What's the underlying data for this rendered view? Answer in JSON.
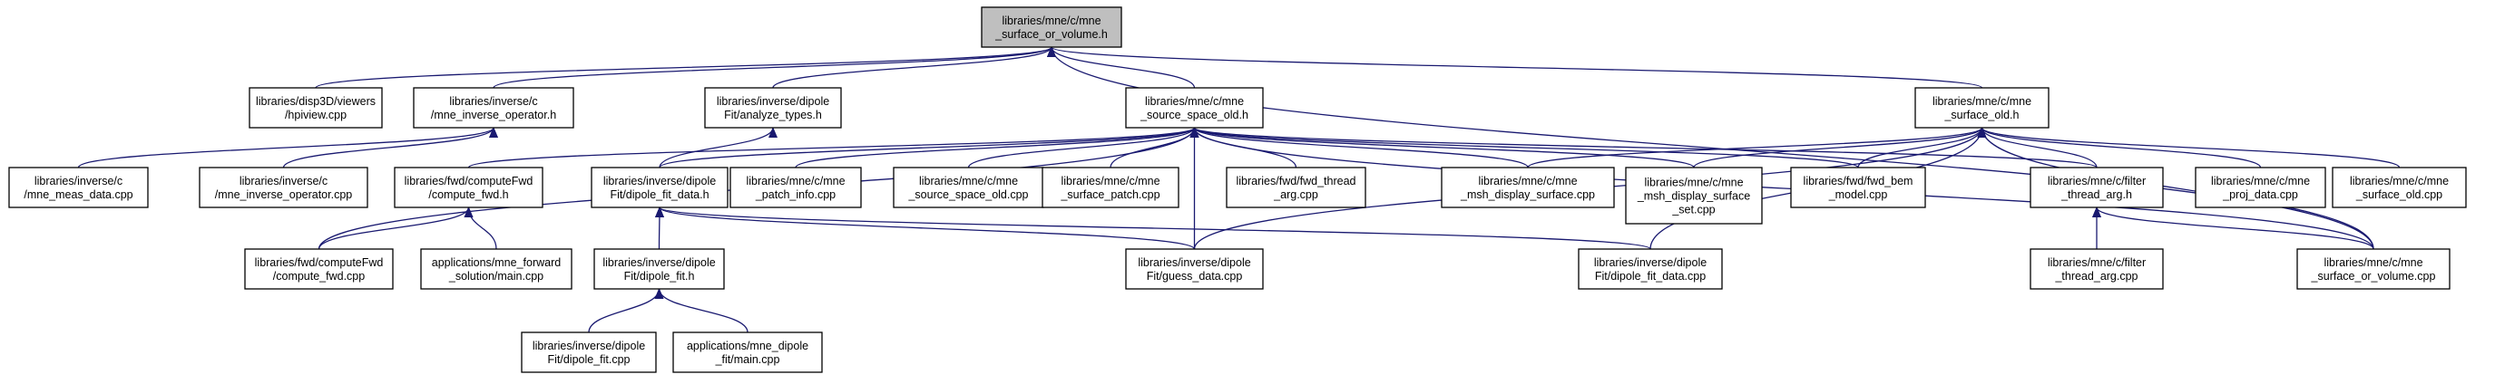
{
  "colors": {
    "edge": "#191970",
    "root_fill": "#bfbfbf",
    "node_fill": "#ffffff",
    "border": "#000000"
  },
  "nodes": [
    {
      "id": "surface_or_volume_h",
      "lines": [
        "libraries/mne/c/mne",
        "_surface_or_volume.h"
      ],
      "root": true
    },
    {
      "id": "hpiview",
      "lines": [
        "libraries/disp3D/viewers",
        "/hpiview.cpp"
      ]
    },
    {
      "id": "mne_inverse_operator_h",
      "lines": [
        "libraries/inverse/c",
        "/mne_inverse_operator.h"
      ]
    },
    {
      "id": "analyze_types_h",
      "lines": [
        "libraries/inverse/dipole",
        "Fit/analyze_types.h"
      ]
    },
    {
      "id": "source_space_old_h",
      "lines": [
        "libraries/mne/c/mne",
        "_source_space_old.h"
      ]
    },
    {
      "id": "surface_old_h",
      "lines": [
        "libraries/mne/c/mne",
        "_surface_old.h"
      ]
    },
    {
      "id": "mne_meas_data_cpp",
      "lines": [
        "libraries/inverse/c",
        "/mne_meas_data.cpp"
      ]
    },
    {
      "id": "mne_inverse_operator_cpp",
      "lines": [
        "libraries/inverse/c",
        "/mne_inverse_operator.cpp"
      ]
    },
    {
      "id": "compute_fwd_h",
      "lines": [
        "libraries/fwd/computeFwd",
        "/compute_fwd.h"
      ]
    },
    {
      "id": "dipole_fit_data_h",
      "lines": [
        "libraries/inverse/dipole",
        "Fit/dipole_fit_data.h"
      ]
    },
    {
      "id": "patch_info_cpp",
      "lines": [
        "libraries/mne/c/mne",
        "_patch_info.cpp"
      ]
    },
    {
      "id": "source_space_old_cpp",
      "lines": [
        "libraries/mne/c/mne",
        "_source_space_old.cpp"
      ]
    },
    {
      "id": "surface_patch_cpp",
      "lines": [
        "libraries/mne/c/mne",
        "_surface_patch.cpp"
      ]
    },
    {
      "id": "fwd_thread_arg_cpp",
      "lines": [
        "libraries/fwd/fwd_thread",
        "_arg.cpp"
      ]
    },
    {
      "id": "msh_display_surface_cpp",
      "lines": [
        "libraries/mne/c/mne",
        "_msh_display_surface.cpp"
      ]
    },
    {
      "id": "msh_display_surface_set_cpp",
      "lines": [
        "libraries/mne/c/mne",
        "_msh_display_surface",
        "_set.cpp"
      ]
    },
    {
      "id": "fwd_bem_model_cpp",
      "lines": [
        "libraries/fwd/fwd_bem",
        "_model.cpp"
      ]
    },
    {
      "id": "filter_thread_arg_h",
      "lines": [
        "libraries/mne/c/filter",
        "_thread_arg.h"
      ]
    },
    {
      "id": "proj_data_cpp",
      "lines": [
        "libraries/mne/c/mne",
        "_proj_data.cpp"
      ]
    },
    {
      "id": "surface_old_cpp",
      "lines": [
        "libraries/mne/c/mne",
        "_surface_old.cpp"
      ]
    },
    {
      "id": "compute_fwd_cpp",
      "lines": [
        "libraries/fwd/computeFwd",
        "/compute_fwd.cpp"
      ]
    },
    {
      "id": "forward_solution_main_cpp",
      "lines": [
        "applications/mne_forward",
        "_solution/main.cpp"
      ]
    },
    {
      "id": "dipole_fit_h",
      "lines": [
        "libraries/inverse/dipole",
        "Fit/dipole_fit.h"
      ]
    },
    {
      "id": "guess_data_cpp",
      "lines": [
        "libraries/inverse/dipole",
        "Fit/guess_data.cpp"
      ]
    },
    {
      "id": "dipole_fit_data_cpp",
      "lines": [
        "libraries/inverse/dipole",
        "Fit/dipole_fit_data.cpp"
      ]
    },
    {
      "id": "filter_thread_arg_cpp",
      "lines": [
        "libraries/mne/c/filter",
        "_thread_arg.cpp"
      ]
    },
    {
      "id": "surface_or_volume_cpp",
      "lines": [
        "libraries/mne/c/mne",
        "_surface_or_volume.cpp"
      ]
    },
    {
      "id": "dipole_fit_cpp",
      "lines": [
        "libraries/inverse/dipole",
        "Fit/dipole_fit.cpp"
      ]
    },
    {
      "id": "dipole_fit_main_cpp",
      "lines": [
        "applications/mne_dipole",
        "_fit/main.cpp"
      ]
    }
  ],
  "edges": [
    [
      "hpiview",
      "surface_or_volume_h"
    ],
    [
      "mne_inverse_operator_h",
      "surface_or_volume_h"
    ],
    [
      "analyze_types_h",
      "surface_or_volume_h"
    ],
    [
      "source_space_old_h",
      "surface_or_volume_h"
    ],
    [
      "surface_old_h",
      "surface_or_volume_h"
    ],
    [
      "surface_or_volume_cpp",
      "surface_or_volume_h"
    ],
    [
      "mne_meas_data_cpp",
      "mne_inverse_operator_h"
    ],
    [
      "mne_inverse_operator_cpp",
      "mne_inverse_operator_h"
    ],
    [
      "dipole_fit_data_h",
      "analyze_types_h"
    ],
    [
      "compute_fwd_cpp",
      "source_space_old_h"
    ],
    [
      "compute_fwd_h",
      "source_space_old_h"
    ],
    [
      "dipole_fit_data_h",
      "source_space_old_h"
    ],
    [
      "patch_info_cpp",
      "source_space_old_h"
    ],
    [
      "source_space_old_cpp",
      "source_space_old_h"
    ],
    [
      "surface_patch_cpp",
      "source_space_old_h"
    ],
    [
      "guess_data_cpp",
      "source_space_old_h"
    ],
    [
      "fwd_thread_arg_cpp",
      "source_space_old_h"
    ],
    [
      "msh_display_surface_cpp",
      "source_space_old_h"
    ],
    [
      "msh_display_surface_set_cpp",
      "source_space_old_h"
    ],
    [
      "fwd_bem_model_cpp",
      "source_space_old_h"
    ],
    [
      "filter_thread_arg_h",
      "source_space_old_h"
    ],
    [
      "surface_or_volume_cpp",
      "source_space_old_h"
    ],
    [
      "msh_display_surface_cpp",
      "surface_old_h"
    ],
    [
      "msh_display_surface_set_cpp",
      "surface_old_h"
    ],
    [
      "fwd_bem_model_cpp",
      "surface_old_h"
    ],
    [
      "guess_data_cpp",
      "surface_old_h"
    ],
    [
      "dipole_fit_data_cpp",
      "surface_old_h"
    ],
    [
      "filter_thread_arg_h",
      "surface_old_h"
    ],
    [
      "proj_data_cpp",
      "surface_old_h"
    ],
    [
      "surface_old_cpp",
      "surface_old_h"
    ],
    [
      "surface_or_volume_cpp",
      "surface_old_h"
    ],
    [
      "compute_fwd_cpp",
      "compute_fwd_h"
    ],
    [
      "forward_solution_main_cpp",
      "compute_fwd_h"
    ],
    [
      "dipole_fit_h",
      "dipole_fit_data_h"
    ],
    [
      "guess_data_cpp",
      "dipole_fit_data_h"
    ],
    [
      "dipole_fit_data_cpp",
      "dipole_fit_data_h"
    ],
    [
      "filter_thread_arg_cpp",
      "filter_thread_arg_h"
    ],
    [
      "surface_or_volume_cpp",
      "filter_thread_arg_h"
    ],
    [
      "dipole_fit_cpp",
      "dipole_fit_h"
    ],
    [
      "dipole_fit_main_cpp",
      "dipole_fit_h"
    ]
  ]
}
